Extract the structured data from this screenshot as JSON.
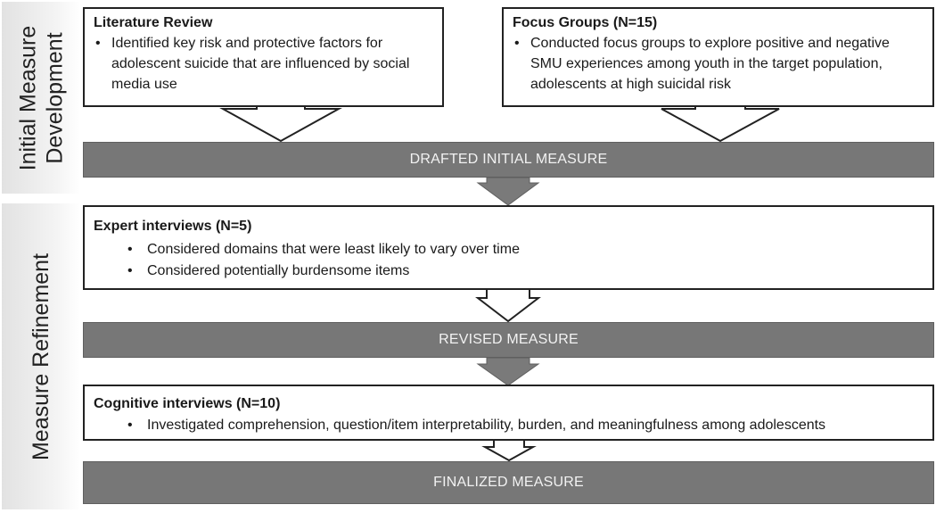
{
  "phases": {
    "development_line1": "Initial Measure",
    "development_line2": "Development",
    "refinement": "Measure Refinement"
  },
  "literature_review": {
    "title": "Literature Review",
    "bullet": "Identified key risk and protective factors for adolescent suicide that are influenced by social media use",
    "line1": "Identified key risk and protective factors for",
    "line2": "adolescent suicide that are influenced by social",
    "line3": "media use"
  },
  "focus_groups": {
    "title": "Focus Groups (N=15)",
    "line1": "Conducted focus groups to explore positive and negative",
    "line2": "SMU experiences among youth in the target population,",
    "line3": "adolescents at high suicidal risk"
  },
  "bars": {
    "drafted": "DRAFTED INITIAL MEASURE",
    "revised": "REVISED MEASURE",
    "finalized": "FINALIZED MEASURE"
  },
  "expert_interviews": {
    "title": "Expert interviews (N=5)",
    "bullets": [
      "Considered domains that were least likely to vary over time",
      "Considered potentially burdensome items"
    ]
  },
  "cognitive_interviews": {
    "title": "Cognitive interviews (N=10)",
    "bullets": [
      "Investigated comprehension, question/item interpretability, burden, and meaningfulness among adolescents"
    ]
  },
  "colors": {
    "bar_fill": "#777777",
    "bar_text": "#f2f2f2",
    "border": "#222222",
    "sidebar": "#e2e2e2"
  }
}
